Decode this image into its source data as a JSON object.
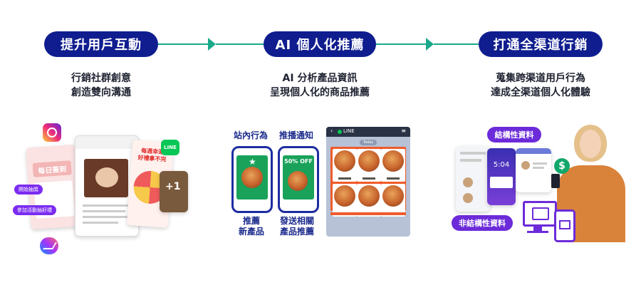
{
  "steps": [
    {
      "title": "提升用戶互動",
      "desc_line1": "行銷社群創意",
      "desc_line2": "創造雙向溝通"
    },
    {
      "title": "AI 個人化推薦",
      "desc_line1": "AI 分析產品資訊",
      "desc_line2": "呈現個人化的商品推薦"
    },
    {
      "title": "打通全渠道行銷",
      "desc_line1": "蒐集跨渠道用戶行為",
      "desc_line2": "達成全渠道個人化體驗"
    }
  ],
  "middle": {
    "label_onsite": "站內行為",
    "label_push": "推播通知",
    "caption_left_1": "推薦",
    "caption_left_2": "新產品",
    "caption_right_1": "發送相關",
    "caption_right_2": "產品推薦",
    "coupon": "50% OFF",
    "line_header": "LINE",
    "line_today": "Today"
  },
  "left_panel": {
    "line_badge": "LINE",
    "card1_title": "每日簽到",
    "card3_title_1": "每週幸運",
    "card3_title_2": "好禮拿不完",
    "plus_one": "+1",
    "chip1": "開始抽獎",
    "chip2": "參加活動抽好禮"
  },
  "right_panel": {
    "tag_structured": "結構性資料",
    "tag_unstructured": "非結構性資料",
    "time": "5:04"
  },
  "colors": {
    "pill": "#0f1d8f",
    "connector": "#1aa98a",
    "tag": "#6c2bd9",
    "phone_stroke": "#1d2da0",
    "line_green": "#06c755",
    "orange": "#ef5b2b"
  }
}
